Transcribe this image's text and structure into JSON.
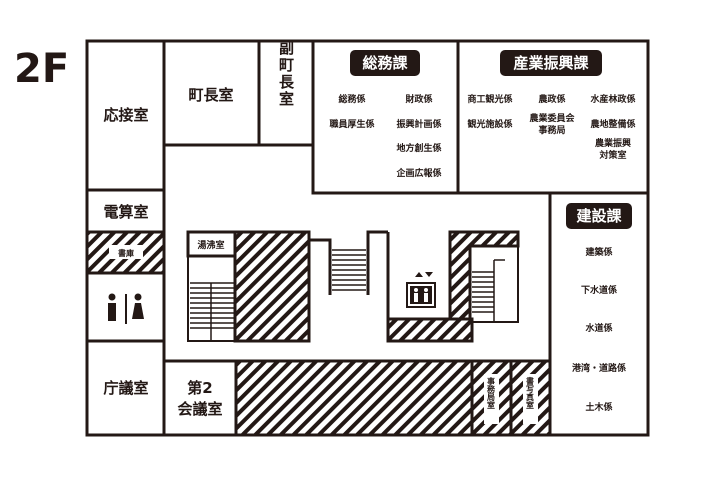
{
  "floor_label": "2F",
  "rooms": {
    "reception": "応接室",
    "mayor_office": "町長室",
    "deputy_mayor": "副町長室",
    "computer_room": "電算室",
    "storage": "書庫",
    "restroom_icon": "restroom-icon",
    "council_chamber": "庁議室",
    "meeting_room_2_line1": "第2",
    "meeting_room_2_line2": "会議室",
    "boiler_room": "湯沸室",
    "elevator_icon": "elevator-icon",
    "admin_office": "事務局室",
    "study_room": "書写真室"
  },
  "departments": {
    "general_affairs": {
      "name": "総務課",
      "sections": [
        "総務係",
        "財政係",
        "職員厚生係",
        "振興計画係",
        "地方創生係",
        "企画広報係"
      ]
    },
    "industry": {
      "name": "産業振興課",
      "sections": [
        "商工観光係",
        "農政係",
        "水産林政係",
        "観光施設係",
        "農業委員会",
        "事務局",
        "農地整備係",
        "農業振興",
        "対策室"
      ]
    },
    "construction": {
      "name": "建設課",
      "sections": [
        "建築係",
        "下水道係",
        "水道係",
        "港湾・道路係",
        "土木係"
      ]
    }
  }
}
